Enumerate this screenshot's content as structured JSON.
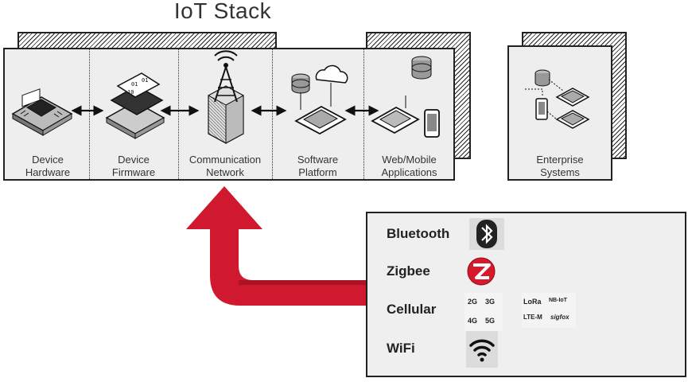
{
  "title": "IoT Stack",
  "stack": {
    "columns": [
      {
        "line1": "Device",
        "line2": "Hardware"
      },
      {
        "line1": "Device",
        "line2": "Firmware"
      },
      {
        "line1": "Communication",
        "line2": "Network"
      },
      {
        "line1": "Software",
        "line2": "Platform"
      },
      {
        "line1": "Web/Mobile",
        "line2": "Applications"
      }
    ],
    "enterprise": {
      "line1": "Enterprise",
      "line2": "Systems"
    }
  },
  "protocols": [
    {
      "label": "Bluetooth",
      "icon": "bluetooth-icon"
    },
    {
      "label": "Zigbee",
      "icon": "zigbee-icon"
    },
    {
      "label": "Cellular",
      "icon": "cellular-icon"
    },
    {
      "label": "WiFi",
      "icon": "wifi-icon"
    }
  ],
  "cellular": {
    "generations": [
      "2G",
      "3G",
      "4G",
      "5G"
    ],
    "lpwan": [
      "LoRa",
      "NB-IoT",
      "LTE-M",
      "sigfox"
    ]
  },
  "colors": {
    "arrow": "#d0192e",
    "panel": "#eeeeee",
    "outline": "#222222"
  }
}
